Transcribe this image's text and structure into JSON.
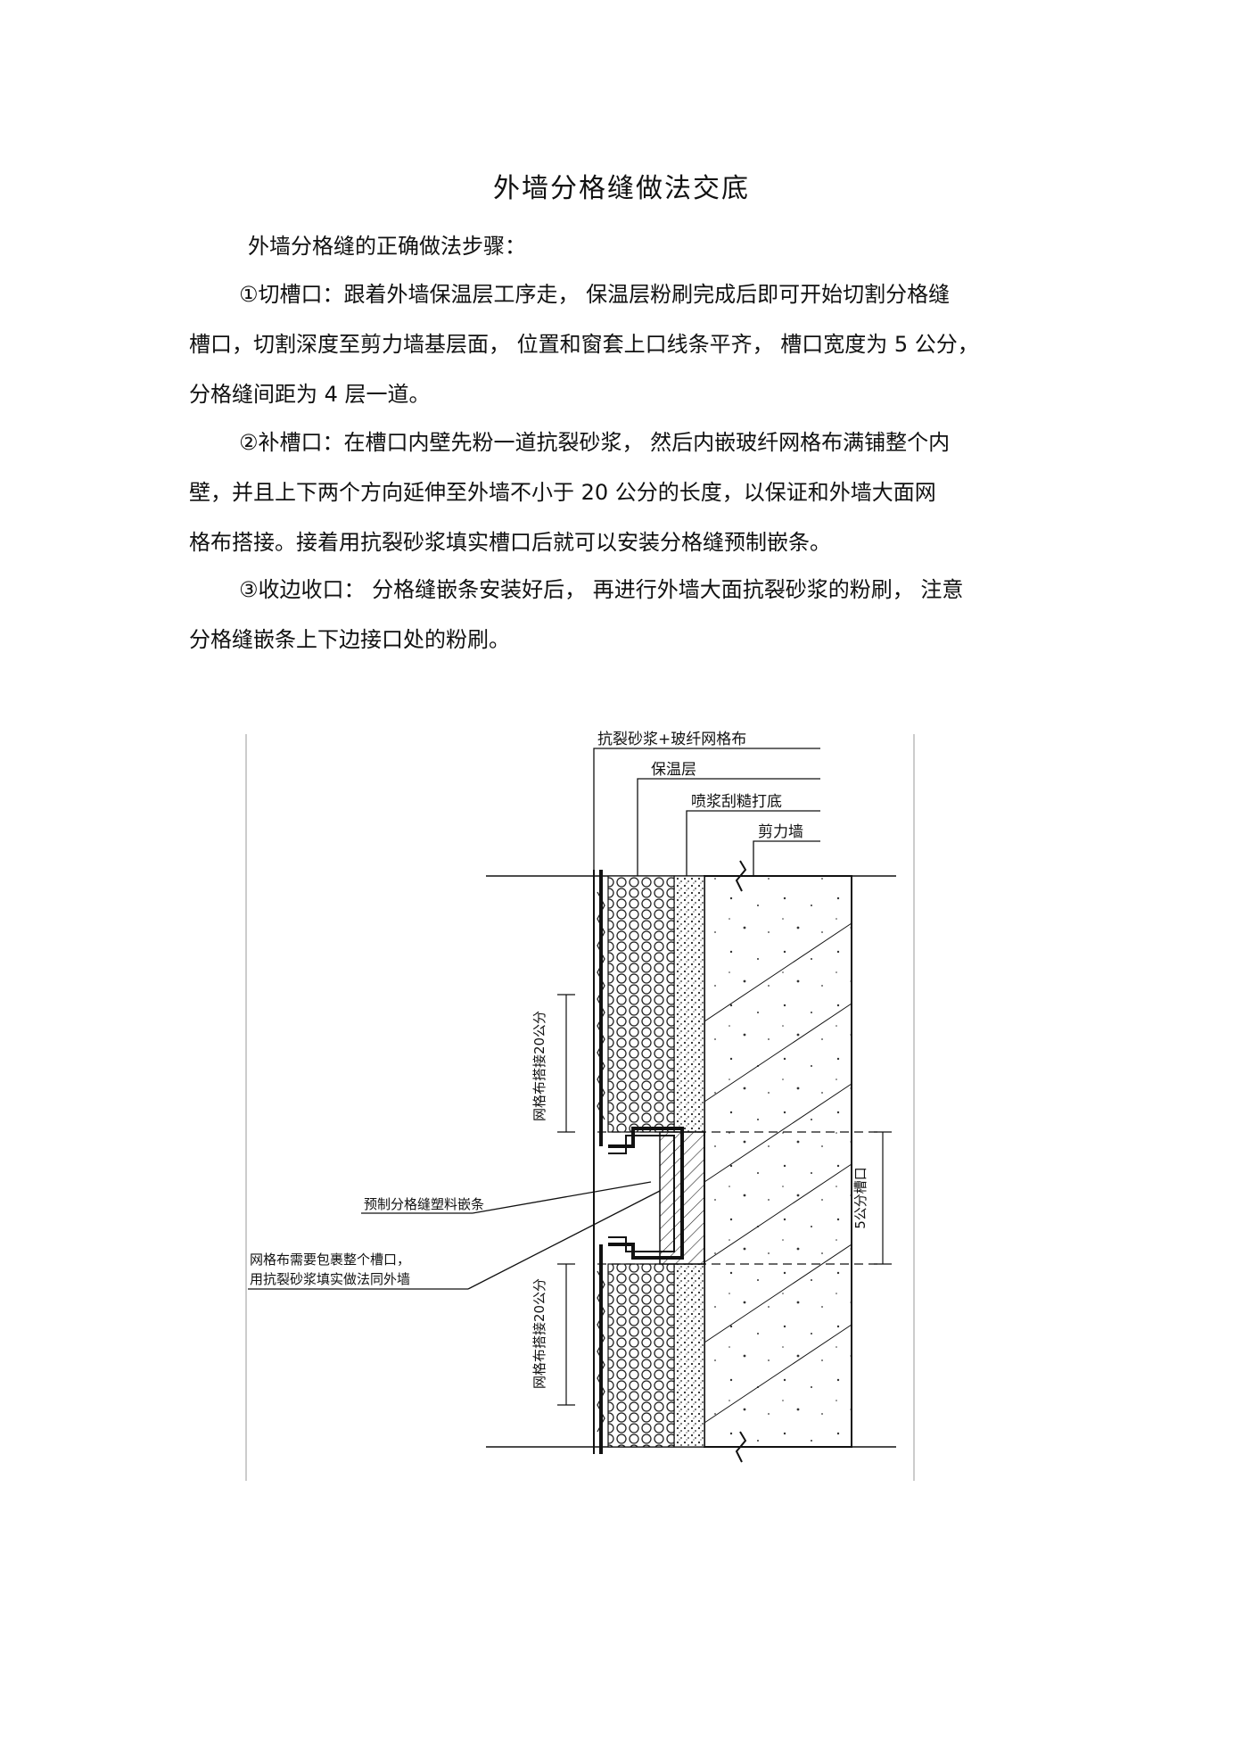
{
  "title": "外墙分格缝做法交底",
  "intro": "外墙分格缝的正确做法步骤：",
  "steps": [
    {
      "lines": [
        "①切槽口：跟着外墙保温层工序走， 保温层粉刷完成后即可开始切割分格缝",
        "槽口，切割深度至剪力墙基层面， 位置和窗套上口线条平齐， 槽口宽度为  5 公分，",
        "分格缝间距为  4 层一道。"
      ]
    },
    {
      "lines": [
        "②补槽口：在槽口内壁先粉一道抗裂砂浆，  然后内嵌玻纤网格布满铺整个内",
        "壁，并且上下两个方向延伸至外墙不小于      20 公分的长度，以保证和外墙大面网",
        "格布搭接。接着用抗裂砂浆填实槽口后就可以安装分格缝预制嵌条。"
      ]
    },
    {
      "lines": [
        "③收边收口： 分格缝嵌条安装好后， 再进行外墙大面抗裂砂浆的粉刷，   注意",
        "分格缝嵌条上下边接口处的粉刷。"
      ]
    }
  ],
  "figure": {
    "labels": {
      "mortar_mesh": "抗裂砂浆+玻纤网格布",
      "insulation": "保温层",
      "spray_base": "喷浆刮糙打底",
      "shear_wall": "剪力墙",
      "lap_top": "网格布搭接20公分",
      "lap_bottom": "网格布搭接20公分",
      "strip": "预制分格缝塑料嵌条",
      "wrap_note_1": "网格布需要包裹整个槽口，",
      "wrap_note_2": "用抗裂砂浆填实做法同外墙",
      "slot_width": "5公分槽口"
    }
  }
}
